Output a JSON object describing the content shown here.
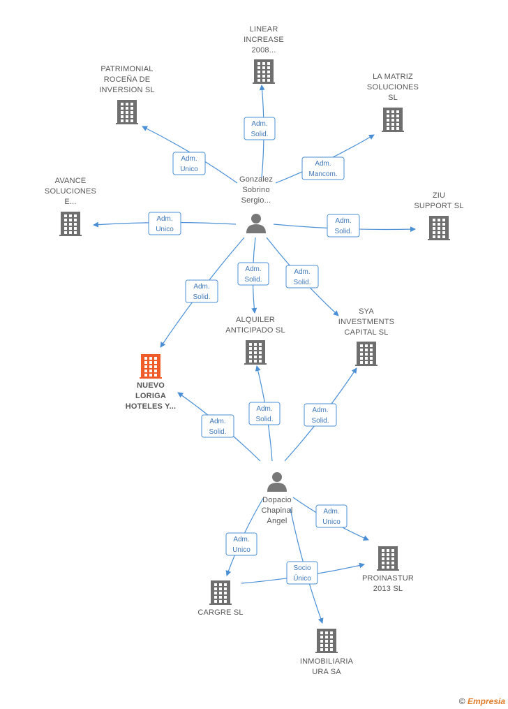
{
  "colors": {
    "edge": "#4a8fd6",
    "building": "#6f6f6f",
    "building_main": "#f15a29",
    "person": "#777777"
  },
  "nodes": [
    {
      "id": "linear",
      "kind": "company",
      "label": [
        "LINEAR",
        "INCREASE",
        "2008..."
      ]
    },
    {
      "id": "patrimonial",
      "kind": "company",
      "label": [
        "PATRIMONIAL",
        "ROCEÑA DE",
        "INVERSION SL"
      ]
    },
    {
      "id": "lamatriz",
      "kind": "company",
      "label": [
        "LA MATRIZ",
        "SOLUCIONES",
        "SL"
      ]
    },
    {
      "id": "avance",
      "kind": "company",
      "label": [
        "AVANCE",
        "SOLUCIONES",
        "E..."
      ]
    },
    {
      "id": "ziu",
      "kind": "company",
      "label": [
        "ZIU",
        "SUPPORT SL"
      ]
    },
    {
      "id": "gonzalez",
      "kind": "person",
      "label": [
        "Gonzalez",
        "Sobrino",
        "Sergio..."
      ]
    },
    {
      "id": "nuevo",
      "kind": "company_main",
      "label": [
        "NUEVO",
        "LORIGA",
        "HOTELES Y..."
      ]
    },
    {
      "id": "alquiler",
      "kind": "company",
      "label": [
        "ALQUILER",
        "ANTICIPADO SL"
      ]
    },
    {
      "id": "sya",
      "kind": "company",
      "label": [
        "SYA",
        "INVESTMENTS",
        "CAPITAL SL"
      ]
    },
    {
      "id": "dopacio",
      "kind": "person",
      "label": [
        "Dopacio",
        "Chapinal",
        "Angel"
      ]
    },
    {
      "id": "proinastur",
      "kind": "company",
      "label": [
        "PROINASTUR",
        "2013 SL"
      ]
    },
    {
      "id": "cargre",
      "kind": "company",
      "label": [
        "CARGRE SL"
      ]
    },
    {
      "id": "inmobiliaria",
      "kind": "company",
      "label": [
        "INMOBILIARIA",
        "URA SA"
      ]
    }
  ],
  "edges": [
    {
      "from": "gonzalez",
      "to": "linear",
      "label": [
        "Adm.",
        "Solid."
      ]
    },
    {
      "from": "gonzalez",
      "to": "patrimonial",
      "label": [
        "Adm.",
        "Unico"
      ]
    },
    {
      "from": "gonzalez",
      "to": "lamatriz",
      "label": [
        "Adm.",
        "Mancom."
      ]
    },
    {
      "from": "gonzalez",
      "to": "avance",
      "label": [
        "Adm.",
        "Unico"
      ]
    },
    {
      "from": "gonzalez",
      "to": "ziu",
      "label": [
        "Adm.",
        "Solid."
      ]
    },
    {
      "from": "gonzalez",
      "to": "nuevo",
      "label": [
        "Adm.",
        "Solid."
      ]
    },
    {
      "from": "gonzalez",
      "to": "alquiler",
      "label": [
        "Adm.",
        "Solid."
      ]
    },
    {
      "from": "gonzalez",
      "to": "sya",
      "label": [
        "Adm.",
        "Solid."
      ]
    },
    {
      "from": "dopacio",
      "to": "nuevo",
      "label": [
        "Adm.",
        "Solid."
      ]
    },
    {
      "from": "dopacio",
      "to": "alquiler",
      "label": [
        "Adm.",
        "Solid."
      ]
    },
    {
      "from": "dopacio",
      "to": "sya",
      "label": [
        "Adm.",
        "Solid."
      ]
    },
    {
      "from": "dopacio",
      "to": "proinastur",
      "label": [
        "Adm.",
        "Unico"
      ]
    },
    {
      "from": "dopacio",
      "to": "cargre",
      "label": [
        "Adm.",
        "Unico"
      ]
    },
    {
      "from": "dopacio",
      "to": "inmobiliaria",
      "label": [
        "Socio",
        "Único"
      ]
    },
    {
      "from": "cargre",
      "to": "proinastur",
      "label": []
    }
  ],
  "footer": {
    "copyright": "©",
    "brand": "Empresia"
  }
}
